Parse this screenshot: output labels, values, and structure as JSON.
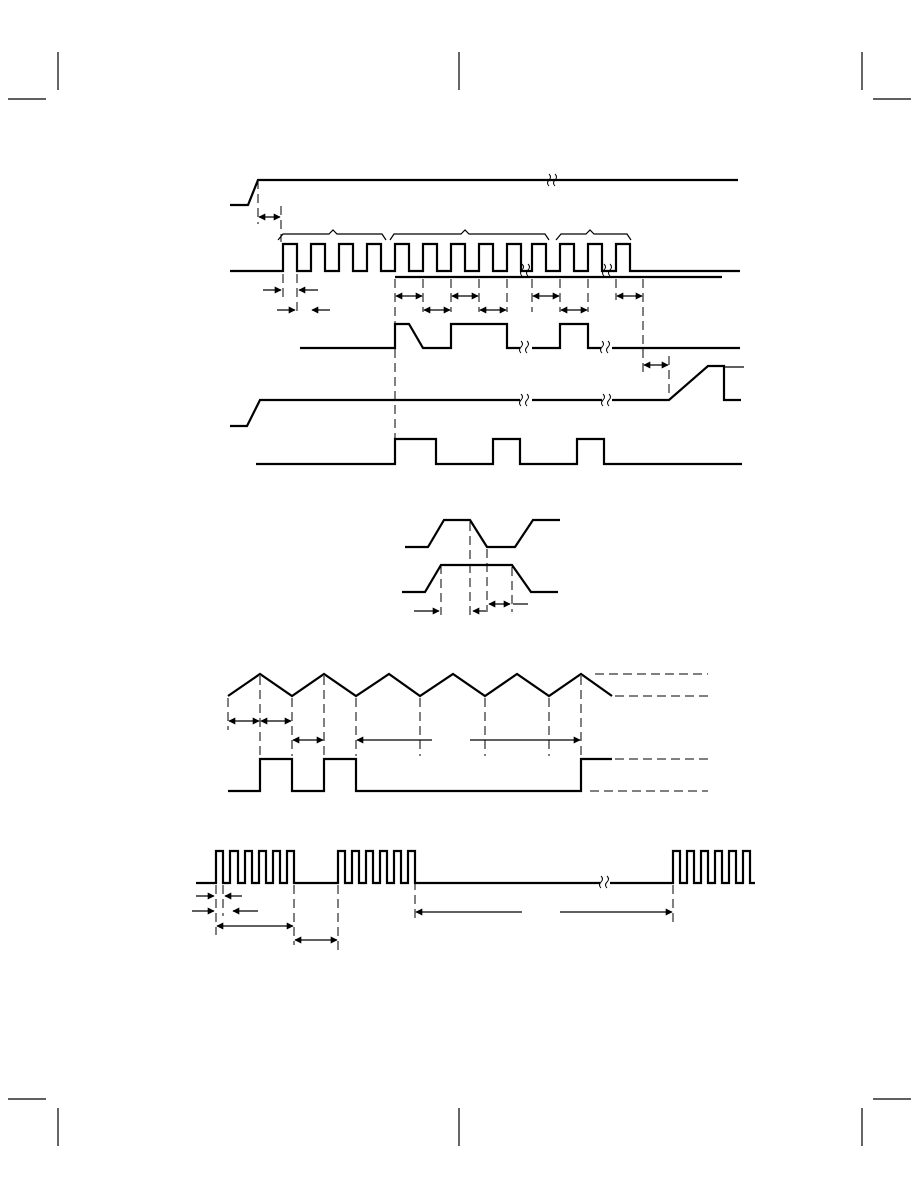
{
  "page": {
    "background": "#ffffff",
    "ink": "#000000"
  },
  "figures": [
    {
      "id": "figure-1",
      "kind": "timing-diagram",
      "waveform_count": 5
    },
    {
      "id": "figure-2",
      "kind": "timing-diagram",
      "waveform_count": 2
    },
    {
      "id": "figure-3",
      "kind": "timing-diagram",
      "waveform_count": 2
    },
    {
      "id": "figure-4",
      "kind": "timing-diagram",
      "waveform_count": 1
    }
  ]
}
